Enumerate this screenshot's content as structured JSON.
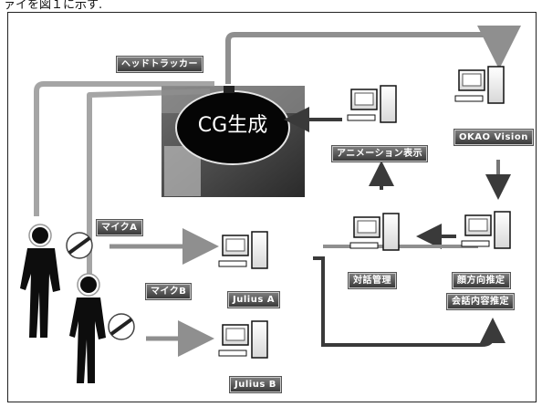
{
  "caption": "ァイを図１に示す.",
  "labels": {
    "head_tracker": "ヘッドトラッカー",
    "cg": "CG生成",
    "animation": "アニメーション表示",
    "okao": "OKAO Vision",
    "mic_a": "マイクA",
    "mic_b": "マイクB",
    "julius_a": "Julius A",
    "julius_b": "Julius B",
    "dialog": "対話管理",
    "face_dir": "顔方向推定",
    "speech": "会話内容推定"
  },
  "colors": {
    "arrow_gray": "#8f8f8f",
    "arrow_dark": "#3a3a3a",
    "person": "#0d0d0d",
    "label_bg": "#5a5a5a"
  }
}
